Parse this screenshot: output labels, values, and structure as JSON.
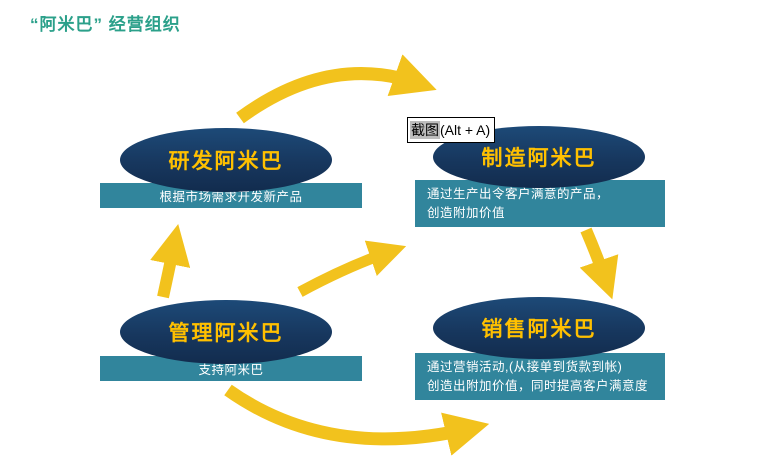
{
  "title": "“阿米巴” 经营组织",
  "tooltip": {
    "highlight": "截图",
    "rest": "(Alt + A)"
  },
  "nodes": [
    {
      "id": "rd",
      "label": "研发阿米巴",
      "desc_lines": [
        "根据市场需求开发新产品"
      ]
    },
    {
      "id": "mfg",
      "label": "制造阿米巴",
      "desc_lines": [
        "通过生产出令客户满意的产品，",
        "创造附加价值"
      ]
    },
    {
      "id": "mgmt",
      "label": "管理阿米巴",
      "desc_lines": [
        "支持阿米巴"
      ]
    },
    {
      "id": "sales",
      "label": "销售阿米巴",
      "desc_lines": [
        "通过营销活动,(从接单到货款到帐)",
        "创造出附加价值，同时提高客户满意度"
      ]
    }
  ],
  "colors": {
    "title": "#2BA08A",
    "ellipse": "#17375E",
    "ellipse_text": "#FFC000",
    "bar": "#31859C",
    "bar_text": "#FFFFFF",
    "arrow": "#F2C21D",
    "tooltip_highlight": "#BDBDBD"
  }
}
